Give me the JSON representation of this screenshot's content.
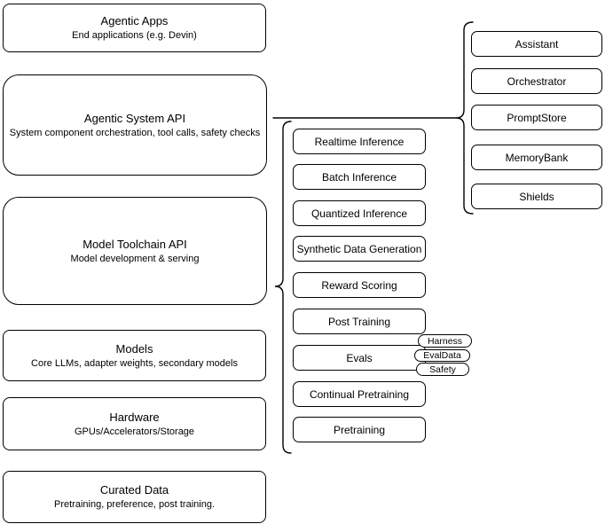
{
  "diagram": {
    "left_stack": [
      {
        "title": "Agentic Apps",
        "subtitle": "End applications (e.g. Devin)"
      },
      {
        "title": "Agentic System API",
        "subtitle": "System component orchestration, tool calls, safety checks"
      },
      {
        "title": "Model Toolchain API",
        "subtitle": "Model development & serving"
      },
      {
        "title": "Models",
        "subtitle": "Core LLMs, adapter weights, secondary models"
      },
      {
        "title": "Hardware",
        "subtitle": "GPUs/Accelerators/Storage"
      },
      {
        "title": "Curated Data",
        "subtitle": "Pretraining, preference, post training."
      }
    ],
    "toolchain_services": [
      {
        "label": "Realtime Inference"
      },
      {
        "label": "Batch Inference"
      },
      {
        "label": "Quantized Inference"
      },
      {
        "label": "Synthetic Data Generation"
      },
      {
        "label": "Reward Scoring"
      },
      {
        "label": "Post Training"
      },
      {
        "label": "Evals"
      },
      {
        "label": "Continual Pretraining"
      },
      {
        "label": "Pretraining"
      }
    ],
    "eval_components": [
      {
        "label": "Harness"
      },
      {
        "label": "EvalData"
      },
      {
        "label": "Safety"
      }
    ],
    "system_components": [
      {
        "label": "Assistant"
      },
      {
        "label": "Orchestrator"
      },
      {
        "label": "PromptStore"
      },
      {
        "label": "MemoryBank"
      },
      {
        "label": "Shields"
      }
    ],
    "colors": {
      "stroke": "#000000",
      "fill": "#ffffff",
      "text": "#000000",
      "background": "#ffffff"
    }
  }
}
